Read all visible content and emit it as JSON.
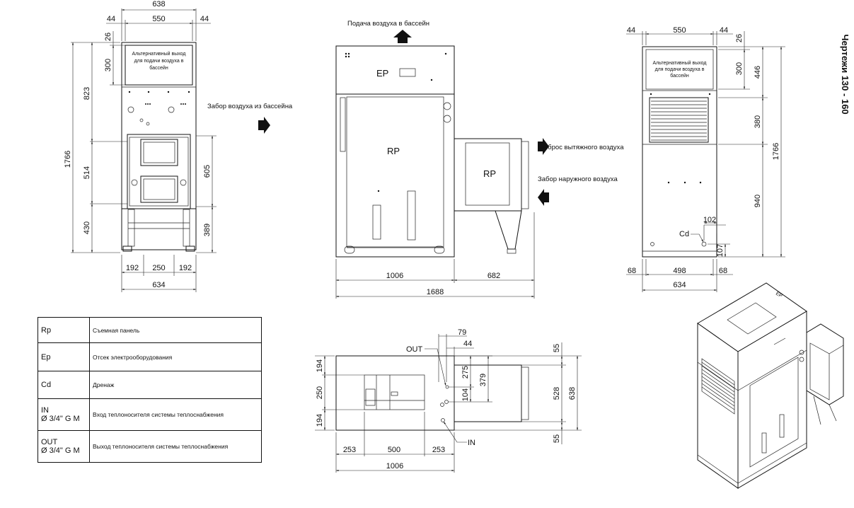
{
  "title": "Чертежи  130 - 160",
  "front_view": {
    "dims": {
      "w_638": "638",
      "w_44a": "44",
      "w_550": "550",
      "w_44b": "44",
      "h_26": "26",
      "h_300": "300",
      "h_823": "823",
      "h_1766": "1766",
      "h_514": "514",
      "h_605": "605",
      "h_430": "430",
      "h_389": "389",
      "b_192a": "192",
      "b_250": "250",
      "b_192b": "192",
      "b_634": "634"
    },
    "panel_text": [
      "Альтернативный выход",
      "для подачи воздуха в",
      "бассейн"
    ],
    "label_intake": "Забор воздуха из бассейна"
  },
  "side_view": {
    "label_supply": "Подача воздуха в бассейн",
    "label_ep": "EP",
    "label_rp": "RP",
    "label_rp2": "RP",
    "label_exhaust": "Выброс вытяжного воздуха",
    "label_outdoor": "Забор наружного воздуха",
    "dims": {
      "d_1006": "1006",
      "d_682": "682",
      "d_1688": "1688"
    }
  },
  "rear_view": {
    "dims": {
      "w_44a": "44",
      "w_550": "550",
      "w_44b": "44",
      "h_26": "26",
      "h_300": "300",
      "h_446": "446",
      "h_380": "380",
      "h_1766": "1766",
      "h_940": "940",
      "d_102": "102",
      "d_107": "107",
      "b_68a": "68",
      "b_498": "498",
      "b_68b": "68",
      "b_634": "634"
    },
    "panel_text": [
      "Альтернативный выход",
      "для подачи воздуха в",
      "бассейн"
    ],
    "label_cd": "Cd"
  },
  "top_view": {
    "dims": {
      "d_79": "79",
      "d_44": "44",
      "d_55a": "55",
      "d_194a": "194",
      "d_275": "275",
      "d_379": "379",
      "d_250": "250",
      "d_104": "104",
      "d_528": "528",
      "d_638": "638",
      "d_194b": "194",
      "d_55b": "55",
      "d_253a": "253",
      "d_500": "500",
      "d_253b": "253",
      "d_1006": "1006"
    },
    "label_out": "OUT",
    "label_in": "IN"
  },
  "legend": [
    {
      "code": "Rp",
      "desc": "Съемная панель"
    },
    {
      "code": "Ep",
      "desc": "Отсек электрооборудования"
    },
    {
      "code": "Cd",
      "desc": "Дренаж"
    },
    {
      "code": "IN",
      "code2": "Ø 3/4\" G M",
      "desc": "Вход теплоносителя системы теплоснабжения"
    },
    {
      "code": "OUT",
      "code2": "Ø 3/4\" G M",
      "desc": "Выход теплоносителя системы теплоснабжения"
    }
  ]
}
